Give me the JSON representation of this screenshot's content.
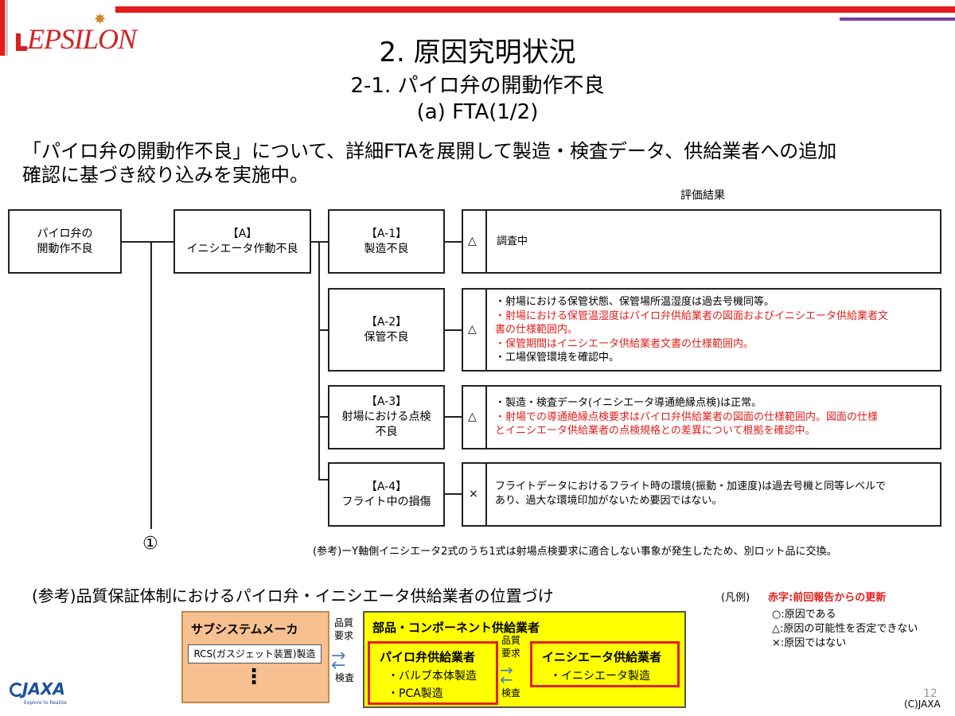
{
  "brand": {
    "logo_text": "EPSILON",
    "agency_logo_text": "JAXA",
    "agency_tagline": "Explore to Realize"
  },
  "colors": {
    "accent_red": "#e31c1c",
    "accent_purple": "#7a3fa0",
    "update_red": "#e0201c",
    "orange_box": "#f6c090",
    "yellow_box": "#ffff00"
  },
  "header": {
    "title": "2. 原因究明状況",
    "subtitle": "2-1. パイロ弁の開動作不良",
    "subsubtitle": "(a)  FTA(1/2)"
  },
  "summary": {
    "line1": "「パイロ弁の開動作不良」について、詳細FTAを展開して製造・検査データ、供給業者への追加",
    "line2": "確認に基づき絞り込みを実施中。"
  },
  "evaluation_header": "評価結果",
  "fta": {
    "root": {
      "line1": "パイロ弁の",
      "line2": "開動作不良"
    },
    "a": {
      "line1": "【A】",
      "line2": "イニシエータ作動不良"
    },
    "branch_marker": "①",
    "children": [
      {
        "line1": "【A-1】",
        "line2": "製造不良",
        "mark": "△",
        "result": [
          "調査中"
        ]
      },
      {
        "line1": "【A-2】",
        "line2": "保管不良",
        "mark": "△",
        "result_black1": "・射場における保管状態、保管場所温湿度は過去号機同等。",
        "result_red1": "・射場における保管温湿度はパイロ弁供給業者の図面およびイニシエータ供給業者文",
        "result_red2": "書の仕様範囲内。",
        "result_red3": "・保管期間はイニシエータ供給業者文書の仕様範囲内。",
        "result_black2": "・工場保管環境を確認中。"
      },
      {
        "line1": "【A-3】",
        "line2": "射場における点検",
        "line3": "不良",
        "mark": "△",
        "result_black1": "・製造・検査データ(イニシエータ導通絶縁点検)は正常。",
        "result_red1": "・射場での導通絶縁点検要求はパイロ弁供給業者の図面の仕様範囲内。図面の仕様",
        "result_red2": "とイニシエータ供給業者の点検規格との差異について根拠を確認中。"
      },
      {
        "line1": "【A-4】",
        "line2": "フライト中の損傷",
        "mark": "×",
        "result_black1": "フライトデータにおけるフライト時の環境(振動・加速度)は過去号機と同等レベルで",
        "result_black2": "あり、過大な環境印加がないため要因ではない。"
      }
    ]
  },
  "note": "(参考)ーY軸側イニシエータ2式のうち1式は射場点検要求に適合しない事象が発生したため、別ロット品に交換。",
  "reference": {
    "title": "(参考)品質保証体制におけるパイロ弁・イニシエータ供給業者の位置づけ",
    "subsystem_maker": "サブシステムメーカ",
    "rcs": "RCS(ガスジェット装置)製造",
    "ellipsis": "⋮",
    "req1": "品質",
    "req2": "要求",
    "inspect": "検査",
    "parts_supplier": "部品・コンポーネント供給業者",
    "pyro_supplier": "パイロ弁供給業者",
    "pyro_item1": "・バルブ本体製造",
    "pyro_item2": "・PCA製造",
    "init_supplier": "イニシエータ供給業者",
    "init_item1": "・イニシエータ製造"
  },
  "legend": {
    "label": "(凡例)",
    "red_text": "赤字:前回報告からの更新",
    "circle": "○:原因である",
    "triangle": "△:原因の可能性を否定できない",
    "cross": "×:原因ではない"
  },
  "page_number": "12",
  "copyright": "(C)JAXA"
}
